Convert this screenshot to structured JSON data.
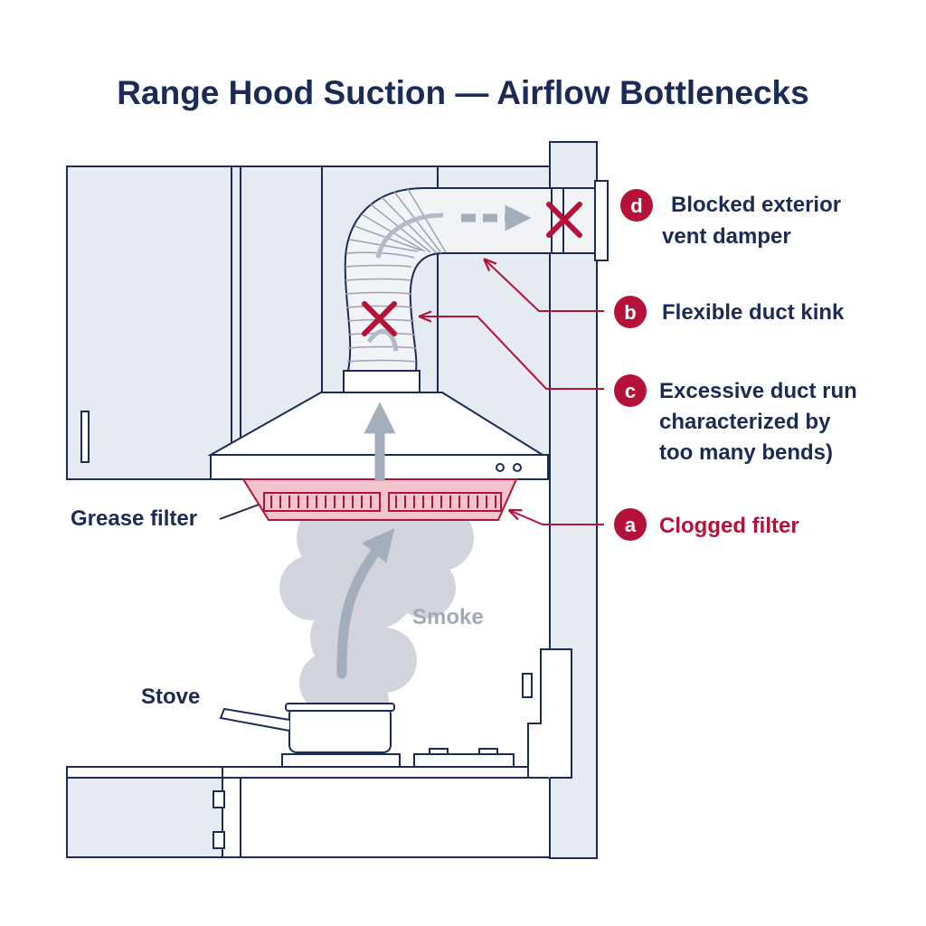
{
  "title": "Range Hood Suction — Airflow Bottlenecks",
  "colors": {
    "navy": "#1c2b55",
    "red": "#b5123a",
    "wall": "#e6eaf1",
    "smoke": "#cdd1d8",
    "arrow": "#a3adbb"
  },
  "labels": {
    "grease_filter": "Grease filter",
    "smoke": "Smoke",
    "stove": "Stove"
  },
  "callouts": [
    {
      "letter": "d",
      "lines": [
        "Blocked exterior",
        "vent damper"
      ]
    },
    {
      "letter": "b",
      "lines": [
        "Flexible duct kink"
      ]
    },
    {
      "letter": "c",
      "lines": [
        "Excessive duct run",
        "characterized by",
        "too many bends)"
      ]
    },
    {
      "letter": "a",
      "lines": [
        "Clogged filter"
      ]
    }
  ]
}
